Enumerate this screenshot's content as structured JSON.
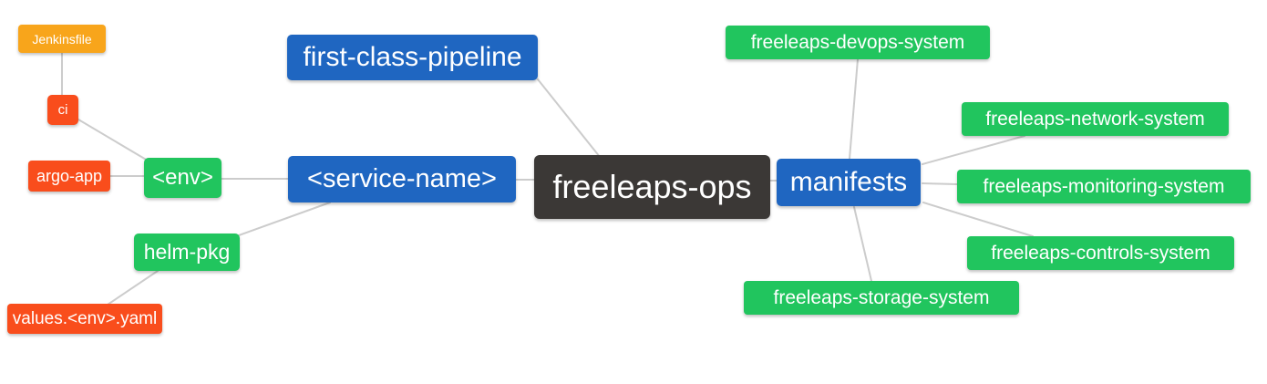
{
  "diagram": {
    "type": "mindmap",
    "root": "freeleaps-ops",
    "colors": {
      "root_bg": "#3B3836",
      "blue_bg": "#1F66C1",
      "green_bg": "#21C55E",
      "red_bg": "#F94D1C",
      "orange_bg": "#F8A51B",
      "edge": "#CCCCCC",
      "text": "#FFFFFF",
      "background": "#FFFFFF"
    },
    "nodes": [
      {
        "id": "jenkinsfile",
        "label": "Jenkinsfile",
        "color_role": "orange_bg"
      },
      {
        "id": "ci",
        "label": "ci",
        "color_role": "red_bg"
      },
      {
        "id": "argo-app",
        "label": "argo-app",
        "color_role": "red_bg"
      },
      {
        "id": "env",
        "label": "<env>",
        "color_role": "green_bg"
      },
      {
        "id": "helm-pkg",
        "label": "helm-pkg",
        "color_role": "green_bg"
      },
      {
        "id": "values-env-yaml",
        "label": "values.<env>.yaml",
        "color_role": "red_bg"
      },
      {
        "id": "first-class-pipeline",
        "label": "first-class-pipeline",
        "color_role": "blue_bg"
      },
      {
        "id": "service-name",
        "label": "<service-name>",
        "color_role": "blue_bg"
      },
      {
        "id": "freeleaps-ops",
        "label": "freeleaps-ops",
        "color_role": "root_bg"
      },
      {
        "id": "manifests",
        "label": "manifests",
        "color_role": "blue_bg"
      },
      {
        "id": "devops-system",
        "label": "freeleaps-devops-system",
        "color_role": "green_bg"
      },
      {
        "id": "network-system",
        "label": "freeleaps-network-system",
        "color_role": "green_bg"
      },
      {
        "id": "monitoring-system",
        "label": "freeleaps-monitoring-system",
        "color_role": "green_bg"
      },
      {
        "id": "controls-system",
        "label": "freeleaps-controls-system",
        "color_role": "green_bg"
      },
      {
        "id": "storage-system",
        "label": "freeleaps-storage-system",
        "color_role": "green_bg"
      }
    ],
    "edges": [
      [
        "jenkinsfile",
        "ci"
      ],
      [
        "ci",
        "env"
      ],
      [
        "argo-app",
        "env"
      ],
      [
        "env",
        "service-name"
      ],
      [
        "helm-pkg",
        "service-name"
      ],
      [
        "values-env-yaml",
        "helm-pkg"
      ],
      [
        "first-class-pipeline",
        "freeleaps-ops"
      ],
      [
        "service-name",
        "freeleaps-ops"
      ],
      [
        "freeleaps-ops",
        "manifests"
      ],
      [
        "manifests",
        "devops-system"
      ],
      [
        "manifests",
        "network-system"
      ],
      [
        "manifests",
        "monitoring-system"
      ],
      [
        "manifests",
        "controls-system"
      ],
      [
        "manifests",
        "storage-system"
      ]
    ]
  }
}
